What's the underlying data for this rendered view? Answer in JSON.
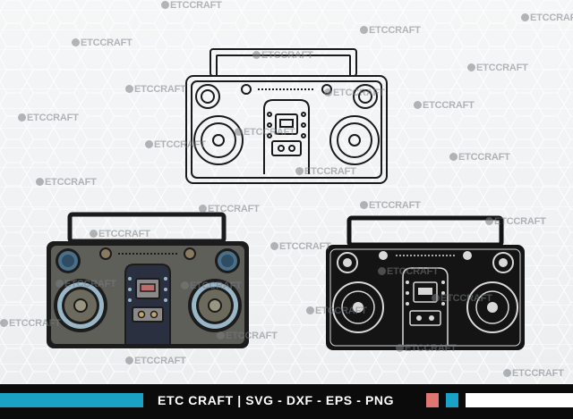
{
  "watermark": {
    "text": "ETCCRAFT"
  },
  "footer": {
    "brand": "ETC CRAFT",
    "separator": "|",
    "formats": "SVG - DXF - EPS - PNG"
  },
  "colors": {
    "accent_cyan": "#1aa2c6",
    "accent_red": "#e07672",
    "footer_bg": "#0b0b0c",
    "boombox_body_color": "#5f5f5a",
    "boombox_silhouette": "#141414"
  },
  "icons": [
    "boombox-outline-icon",
    "boombox-color-icon",
    "boombox-silhouette-icon"
  ]
}
